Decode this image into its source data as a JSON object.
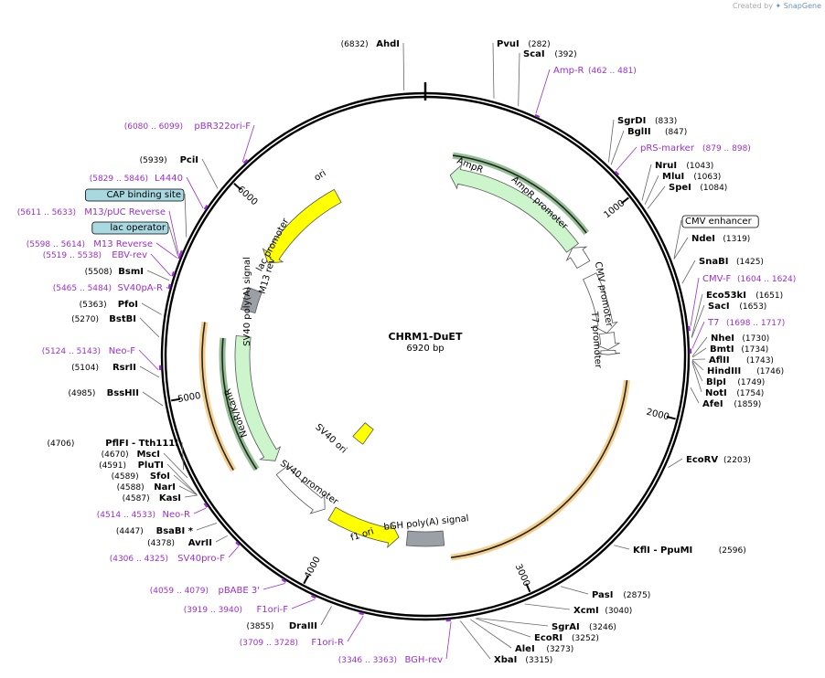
{
  "brand": {
    "prefix": "Created by",
    "name": "SnapGene"
  },
  "map": {
    "name": "CHRM1-DuET",
    "length_label": "6920 bp",
    "total_bp": 6920
  },
  "colors": {
    "feature_enzyme": "#000000",
    "primer": "#9b2fd0",
    "ampr_fill": "#ccf5cc",
    "neo_fill": "#ccf5cc",
    "ori_fill": "#ffff00",
    "sv40ori_fill": "#ffff00",
    "f1ori_fill": "#ffff00",
    "terminator_fill": "#9aa0a6",
    "promoter_fill": "#ffffff",
    "orf_orange": "#f0a830",
    "orf_green": "#3a8a3a",
    "protein_box": "#a8d8e0"
  },
  "tick_labels": [
    {
      "bp": 1000,
      "label": "1000"
    },
    {
      "bp": 2000,
      "label": "2000"
    },
    {
      "bp": 3000,
      "label": "3000"
    },
    {
      "bp": 4000,
      "label": "4000"
    },
    {
      "bp": 5000,
      "label": "5000"
    },
    {
      "bp": 6000,
      "label": "6000"
    }
  ],
  "features": [
    {
      "name": "AmpR",
      "start": 150,
      "end": 1030,
      "dir": -1,
      "kind": "arrow",
      "fill": "#ccf5cc",
      "track": 1
    },
    {
      "name": "AmpR promoter",
      "start": 1030,
      "end": 1150,
      "dir": -1,
      "kind": "arrow",
      "fill": "#ffffff",
      "track": 1
    },
    {
      "name": "CMV enhancer",
      "start": 1230,
      "end": 1590,
      "dir": 1,
      "kind": "arrow",
      "fill": "#ffffff",
      "track": 1
    },
    {
      "name": "CMV promoter",
      "start": 1590,
      "end": 1690,
      "dir": 1,
      "kind": "arrow",
      "fill": "#ffffff",
      "track": 1
    },
    {
      "name": "T7 promoter",
      "start": 1695,
      "end": 1720,
      "dir": 1,
      "kind": "arrow",
      "fill": "#ffffff",
      "track": 1
    },
    {
      "name": "bGH poly(A) signal",
      "start": 3350,
      "end": 3570,
      "dir": 0,
      "kind": "box",
      "fill": "#9aa0a6",
      "track": 1
    },
    {
      "name": "f1 ori",
      "start": 3620,
      "end": 4050,
      "dir": -1,
      "kind": "arrow",
      "fill": "#ffff00",
      "track": 1
    },
    {
      "name": "SV40 promoter",
      "start": 4100,
      "end": 4450,
      "dir": -1,
      "kind": "arrow",
      "fill": "#ffffff",
      "track": 1
    },
    {
      "name": "SV40 ori",
      "start": 4140,
      "end": 4270,
      "dir": 0,
      "kind": "box",
      "fill": "#ffff00",
      "track": 0
    },
    {
      "name": "NeoR/KanR",
      "start": 4520,
      "end": 5310,
      "dir": -1,
      "kind": "arrow",
      "fill": "#ccf5cc",
      "track": 1
    },
    {
      "name": "SV40 poly(A) signal",
      "start": 5465,
      "end": 5600,
      "dir": 0,
      "kind": "box",
      "fill": "#9aa0a6",
      "track": 1
    },
    {
      "name": "ori",
      "start": 5780,
      "end": 6370,
      "dir": -1,
      "kind": "arrow",
      "fill": "#ffff00",
      "track": 1
    }
  ],
  "orfs": [
    {
      "start": 150,
      "end": 1010,
      "color": "#3a8a3a",
      "dir": -1,
      "radius": 222
    },
    {
      "start": 1860,
      "end": 3320,
      "color": "#f0a830",
      "dir": -1,
      "radius": 222
    },
    {
      "start": 4540,
      "end": 5290,
      "color": "#3a8a3a",
      "dir": -1,
      "radius": 222
    },
    {
      "start": 4600,
      "end": 5360,
      "color": "#f0a830",
      "dir": -1,
      "radius": 244
    }
  ],
  "right_labels": [
    {
      "text": "PvuI",
      "pos": "(282)",
      "primer": false
    },
    {
      "text": "ScaI",
      "pos": "(392)",
      "primer": false
    },
    {
      "text": "Amp-R",
      "pos": "(462 .. 481)",
      "primer": true
    },
    {
      "text": "SgrDI",
      "pos": "(833)",
      "primer": false
    },
    {
      "text": "BglII",
      "pos": "(847)",
      "primer": false
    },
    {
      "text": "pRS-marker",
      "pos": "(879 .. 898)",
      "primer": true
    },
    {
      "text": "NruI",
      "pos": "(1043)",
      "primer": false
    },
    {
      "text": "MluI",
      "pos": "(1063)",
      "primer": false
    },
    {
      "text": "SpeI",
      "pos": "(1084)",
      "primer": false
    },
    {
      "text": "CMV enhancer",
      "pos": "",
      "primer": false,
      "boxed": true
    },
    {
      "text": "NdeI",
      "pos": "(1319)",
      "primer": false
    },
    {
      "text": "SnaBI",
      "pos": "(1425)",
      "primer": false
    },
    {
      "text": "CMV-F",
      "pos": "(1604 .. 1624)",
      "primer": true
    },
    {
      "text": "Eco53kI",
      "pos": "(1651)",
      "primer": false
    },
    {
      "text": "SacI",
      "pos": "(1653)",
      "primer": false
    },
    {
      "text": "T7",
      "pos": "(1698 .. 1717)",
      "primer": true
    },
    {
      "text": "NheI",
      "pos": "(1730)",
      "primer": false
    },
    {
      "text": "BmtI",
      "pos": "(1734)",
      "primer": false
    },
    {
      "text": "AflII",
      "pos": "(1743)",
      "primer": false
    },
    {
      "text": "HindIII",
      "pos": "(1746)",
      "primer": false
    },
    {
      "text": "BlpI",
      "pos": "(1749)",
      "primer": false
    },
    {
      "text": "NotI",
      "pos": "(1754)",
      "primer": false
    },
    {
      "text": "AfeI",
      "pos": "(1859)",
      "primer": false
    },
    {
      "text": "EcoRV",
      "pos": "(2203)",
      "primer": false
    },
    {
      "text": "KflI  - PpuMI",
      "pos": "(2596)",
      "primer": false
    },
    {
      "text": "PasI",
      "pos": "(2875)",
      "primer": false
    },
    {
      "text": "XcmI",
      "pos": "(3040)",
      "primer": false
    },
    {
      "text": "SgrAI",
      "pos": "(3246)",
      "primer": false
    },
    {
      "text": "EcoRI",
      "pos": "(3252)",
      "primer": false
    },
    {
      "text": "AleI",
      "pos": "(3273)",
      "primer": false
    },
    {
      "text": "XbaI",
      "pos": "(3315)",
      "primer": false
    }
  ],
  "left_labels": [
    {
      "text": "AhdI",
      "pos": "(6832)",
      "primer": false
    },
    {
      "text": "pBR322ori-F",
      "pos": "(6080 .. 6099)",
      "primer": true
    },
    {
      "text": "PciI",
      "pos": "(5939)",
      "primer": false
    },
    {
      "text": "L4440",
      "pos": "(5829 .. 5846)",
      "primer": true
    },
    {
      "text": "CAP binding site",
      "pos": "",
      "primer": false,
      "boxed": true,
      "boxfill": "#a8d8e0"
    },
    {
      "text": "M13/pUC Reverse",
      "pos": "(5611 .. 5633)",
      "primer": true
    },
    {
      "text": "lac operator",
      "pos": "",
      "primer": false,
      "boxed": true,
      "boxfill": "#a8d8e0"
    },
    {
      "text": "M13 Reverse",
      "pos": "(5598 .. 5614)",
      "primer": true
    },
    {
      "text": "EBV-rev",
      "pos": "(5519 .. 5538)",
      "primer": true
    },
    {
      "text": "BsmI",
      "pos": "(5508)",
      "primer": false
    },
    {
      "text": "SV40pA-R",
      "pos": "(5465 .. 5484)",
      "primer": true
    },
    {
      "text": "PfoI",
      "pos": "(5363)",
      "primer": false
    },
    {
      "text": "BstBI",
      "pos": "(5270)",
      "primer": false
    },
    {
      "text": "Neo-F",
      "pos": "(5124 .. 5143)",
      "primer": true
    },
    {
      "text": "RsrII",
      "pos": "(5104)",
      "primer": false
    },
    {
      "text": "BssHII",
      "pos": "(4985)",
      "primer": false
    },
    {
      "text": "PflFI  - Tth111I",
      "pos": "(4706)",
      "primer": false
    },
    {
      "text": "MscI",
      "pos": "(4670)",
      "primer": false
    },
    {
      "text": "PluTI",
      "pos": "(4591)",
      "primer": false
    },
    {
      "text": "SfoI",
      "pos": "(4589)",
      "primer": false
    },
    {
      "text": "NarI",
      "pos": "(4588)",
      "primer": false
    },
    {
      "text": "KasI",
      "pos": "(4587)",
      "primer": false
    },
    {
      "text": "Neo-R",
      "pos": "(4514 .. 4533)",
      "primer": true
    },
    {
      "text": "BsaBI *",
      "pos": "(4447)",
      "primer": false
    },
    {
      "text": "AvrII",
      "pos": "(4378)",
      "primer": false
    },
    {
      "text": "SV40pro-F",
      "pos": "(4306 .. 4325)",
      "primer": true
    },
    {
      "text": "pBABE 3'",
      "pos": "(4059 .. 4079)",
      "primer": true
    },
    {
      "text": "F1ori-F",
      "pos": "(3919 .. 3940)",
      "primer": true
    },
    {
      "text": "DraIII",
      "pos": "(3855)",
      "primer": false
    },
    {
      "text": "F1ori-R",
      "pos": "(3709 .. 3728)",
      "primer": true
    },
    {
      "text": "BGH-rev",
      "pos": "(3346 .. 3363)",
      "primer": true
    }
  ],
  "feature_labels": [
    {
      "text": "ori"
    },
    {
      "text": "AmpR"
    },
    {
      "text": "AmpR promoter"
    },
    {
      "text": "CMV promoter"
    },
    {
      "text": "T7 promoter"
    },
    {
      "text": "lac promoter"
    },
    {
      "text": "M13 rev"
    },
    {
      "text": "SV40 poly(A) signal"
    },
    {
      "text": "NeoR/KanR"
    },
    {
      "text": "SV40 ori"
    },
    {
      "text": "SV40 promoter"
    },
    {
      "text": "f1 ori"
    },
    {
      "text": "bGH poly(A) signal"
    }
  ]
}
